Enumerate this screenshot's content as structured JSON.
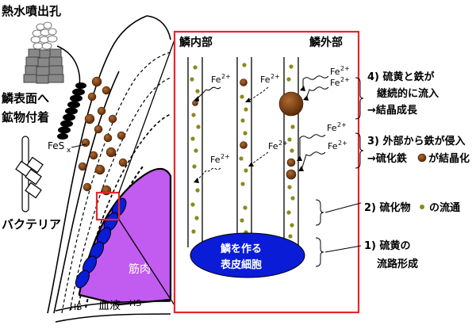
{
  "left_panel": {
    "vent_label": "熱水噴出孔",
    "scale_surface_label_line1": "鱗表面へ",
    "scale_surface_label_line2": "鉱物付着",
    "fes_label": "FeS",
    "fes_subscript": "x",
    "bacteria_label": "バクテリア",
    "muscle_label": "筋肉",
    "blood_label": "血液",
    "hs_left": "HS⁻",
    "hs_right": "HS⁻"
  },
  "detail_panel": {
    "inner_label": "鱗内部",
    "outer_label": "鱗外部",
    "iron_ion": "Fe",
    "iron_charge": "2+",
    "epidermis_line1": "鱗を作る",
    "epidermis_line2": "表皮細胞"
  },
  "annotations": [
    {
      "lines": [
        "4) 硫黄と鉄が",
        "継続的に流入",
        "→結晶成長"
      ]
    },
    {
      "lines": [
        "3) 外部から鉄が侵入",
        "→硫化鉄",
        "が結晶化"
      ]
    },
    {
      "lines": [
        "2) 硫化物",
        "の流通"
      ]
    },
    {
      "lines": [
        "1) 硫黄の",
        "流路形成"
      ]
    }
  ],
  "colors": {
    "frame_red": "#e8262a",
    "epidermis_blue": "#0a1cd6",
    "muscle_purple": "#c25cf0",
    "particle_olive": "#8a8a1a",
    "crystal_brown": "#7a3a10"
  }
}
